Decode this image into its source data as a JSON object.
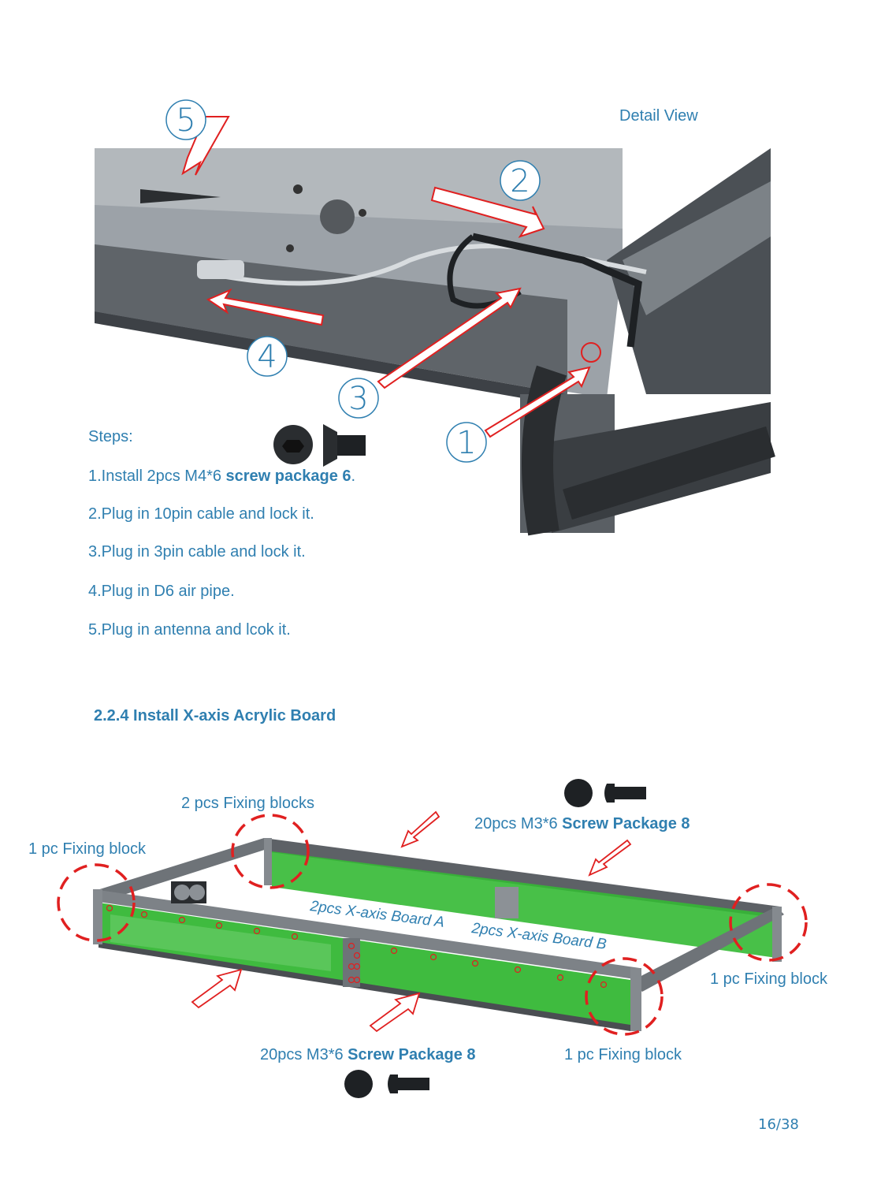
{
  "detail_view_label": "Detail View",
  "callouts": [
    "1",
    "2",
    "3",
    "4",
    "5"
  ],
  "steps_heading": "Steps:",
  "steps": [
    {
      "text": "1.Install 2pcs  M4*6 ",
      "bold": "screw package 6",
      "suffix": "."
    },
    {
      "text": "2.Plug in 10pin cable and lock it."
    },
    {
      "text": "3.Plug in 3pin cable and lock it."
    },
    {
      "text": "4.Plug in D6 air pipe."
    },
    {
      "text": "5.Plug in antenna and lcok it."
    }
  ],
  "section_title": "2.2.4  Install X-axis Acrylic Board",
  "frame_labels": {
    "fixing_blocks_2": "2 pcs Fixing blocks",
    "fixing_block_left": "1 pc Fixing block",
    "fixing_block_right": "1 pc Fixing block",
    "fixing_block_bottom": "1 pc Fixing block",
    "board_a": "2pcs   X-axis Board A",
    "board_b": "2pcs   X-axis Board B"
  },
  "screw_top": {
    "qty": "20pcs  M3*6 ",
    "package": "Screw Package 8"
  },
  "screw_bottom": {
    "qty": "20pcs  M3*6 ",
    "package": "Screw Package 8"
  },
  "page_number": "16/38",
  "colors": {
    "accent_text": "#2f7fb0",
    "arrow": "#e02020",
    "acrylic": "#3cbf3c",
    "metal": "#6e7378"
  }
}
